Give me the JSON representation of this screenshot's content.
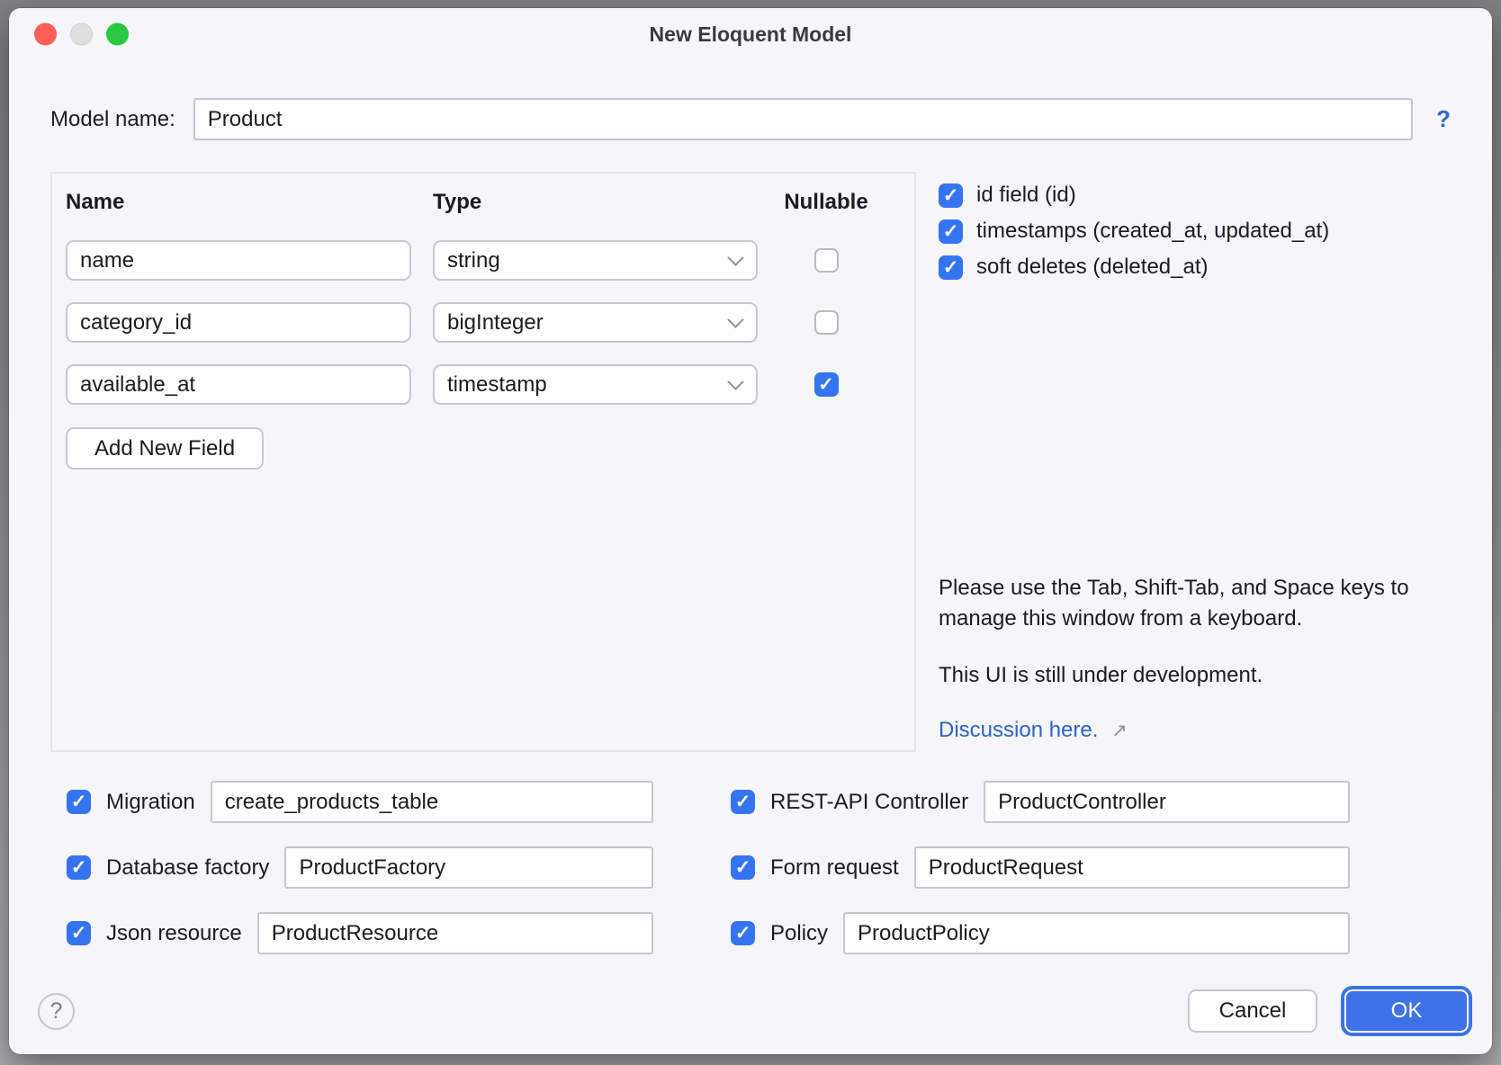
{
  "window": {
    "title": "New Eloquent Model"
  },
  "model_name": {
    "label": "Model name:",
    "value": "Product",
    "help_symbol": "?"
  },
  "fields_table": {
    "headers": {
      "name": "Name",
      "type": "Type",
      "nullable": "Nullable"
    },
    "rows": [
      {
        "name": "name",
        "type": "string",
        "nullable": false
      },
      {
        "name": "category_id",
        "type": "bigInteger",
        "nullable": false
      },
      {
        "name": "available_at",
        "type": "timestamp",
        "nullable": true
      }
    ],
    "add_field_label": "Add New Field"
  },
  "model_options": [
    {
      "label": "id field (id)",
      "checked": true
    },
    {
      "label": "timestamps (created_at, updated_at)",
      "checked": true
    },
    {
      "label": "soft deletes (deleted_at)",
      "checked": true
    }
  ],
  "notes": {
    "keyboard_hint": "Please use the Tab, Shift-Tab, and Space keys to manage this window from a keyboard.",
    "development_note": "This UI is still under development.",
    "discussion_link_label": "Discussion here.",
    "external_link_symbol": "↗"
  },
  "artifacts": {
    "left": [
      {
        "label": "Migration",
        "value": "create_products_table",
        "checked": true
      },
      {
        "label": "Database factory",
        "value": "ProductFactory",
        "checked": true
      },
      {
        "label": "Json resource",
        "value": "ProductResource",
        "checked": true
      }
    ],
    "right": [
      {
        "label": "REST-API Controller",
        "value": "ProductController",
        "checked": true
      },
      {
        "label": "Form request",
        "value": "ProductRequest",
        "checked": true
      },
      {
        "label": "Policy",
        "value": "ProductPolicy",
        "checked": true
      }
    ]
  },
  "footer": {
    "help_symbol": "?",
    "cancel_label": "Cancel",
    "ok_label": "OK"
  },
  "colors": {
    "accent_blue": "#3574F0",
    "ok_button_blue": "#3D72E8",
    "link_blue": "#2E63C9",
    "dialog_background": "#F6F6F8",
    "traffic_red": "#FF5F57",
    "traffic_gray": "#DFDFE0",
    "traffic_green": "#28C840"
  }
}
